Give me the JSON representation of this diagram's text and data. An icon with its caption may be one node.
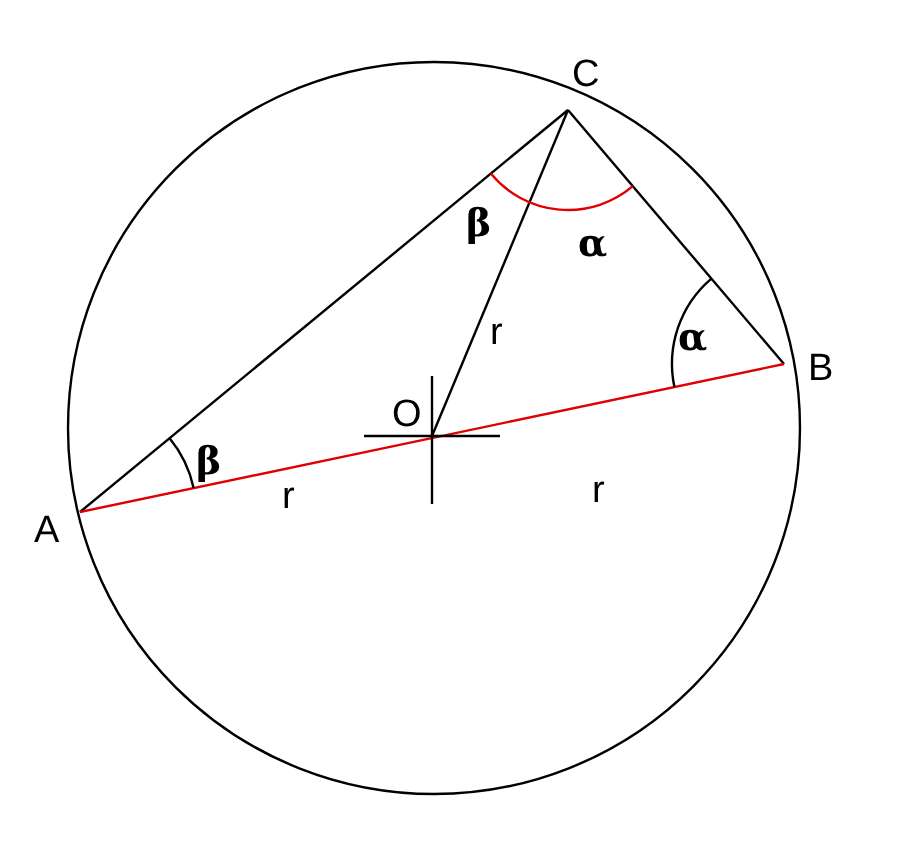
{
  "diagram": {
    "labels": [
      "C",
      "β",
      "α",
      "r",
      "α",
      "B",
      "O",
      "β",
      "r",
      "r",
      "A"
    ]
  }
}
